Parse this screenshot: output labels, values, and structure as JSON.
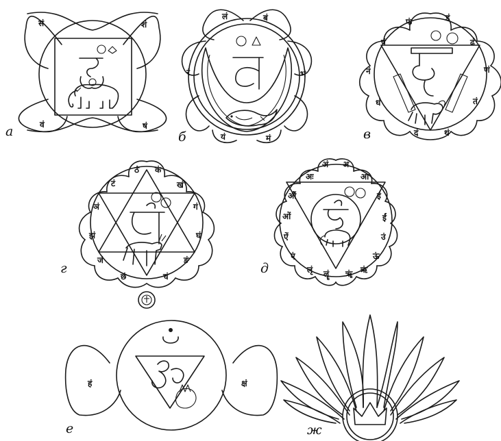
{
  "figure": {
    "panels": [
      {
        "id": "a",
        "label": "а"
      },
      {
        "id": "b",
        "label": "б"
      },
      {
        "id": "v",
        "label": "в"
      },
      {
        "id": "g",
        "label": "г"
      },
      {
        "id": "d",
        "label": "д"
      },
      {
        "id": "e",
        "label": "е"
      },
      {
        "id": "zh",
        "label": "ж"
      }
    ]
  },
  "ink_color": "#1a1a1a",
  "background_color": "#ffffff"
}
